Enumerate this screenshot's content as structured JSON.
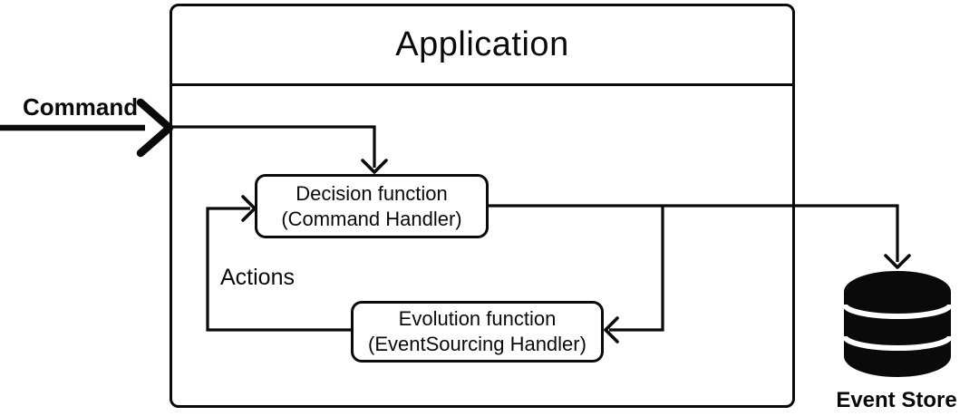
{
  "diagram": {
    "application": {
      "title": "Application"
    },
    "nodes": {
      "decision": {
        "line1": "Decision function",
        "line2": "(Command Handler)"
      },
      "evolution": {
        "line1": "Evolution function",
        "line2": "(EventSourcing Handler)"
      }
    },
    "labels": {
      "command": "Command",
      "actions": "Actions",
      "event_store": "Event Store"
    },
    "icons": {
      "event_store": "database-cylinder-icon"
    },
    "colors": {
      "line": "#0a0a0a",
      "background": "#ffffff",
      "node_fill": "#ffffff"
    },
    "edges": [
      {
        "from": "external",
        "to": "Decision function",
        "label": "Command"
      },
      {
        "from": "Decision function",
        "to": "Evolution function",
        "label": ""
      },
      {
        "from": "Decision function",
        "to": "Event Store",
        "label": ""
      },
      {
        "from": "Evolution function",
        "to": "Decision function",
        "label": "Actions"
      }
    ]
  }
}
